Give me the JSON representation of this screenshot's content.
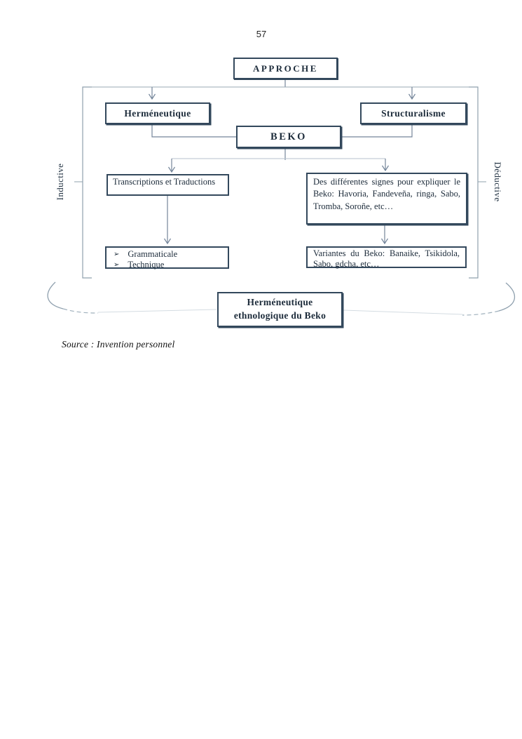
{
  "page": {
    "number": "57",
    "source_caption": "Source : Invention personnel"
  },
  "diagram": {
    "side_labels": {
      "left": "Inductive",
      "right": "Déductive"
    },
    "list_marker": "➢",
    "nodes": {
      "approche": "APPROCHE",
      "hermeneutique": "Herméneutique",
      "structuralisme": "Structuralisme",
      "beko": "BEKO",
      "transcriptions": "Transcriptions et Traductions",
      "signes": "Des différentes signes pour expliquer le Beko: Havoria, Fandeveña, ringa, Sabo, Tromba, Soroñe, etc…",
      "methode_items": [
        "Grammaticale",
        "Technique"
      ],
      "variantes": "Variantes du Beko: Banaike, Tsikidola, Sabo, gdcha, etc…",
      "conclusion": "Herméneutique ethnologique du Beko"
    },
    "colors": {
      "box_border": "#33485c",
      "text": "#1c2b3a",
      "connector": "#74859a",
      "bracket": "#8fa0ae"
    }
  }
}
